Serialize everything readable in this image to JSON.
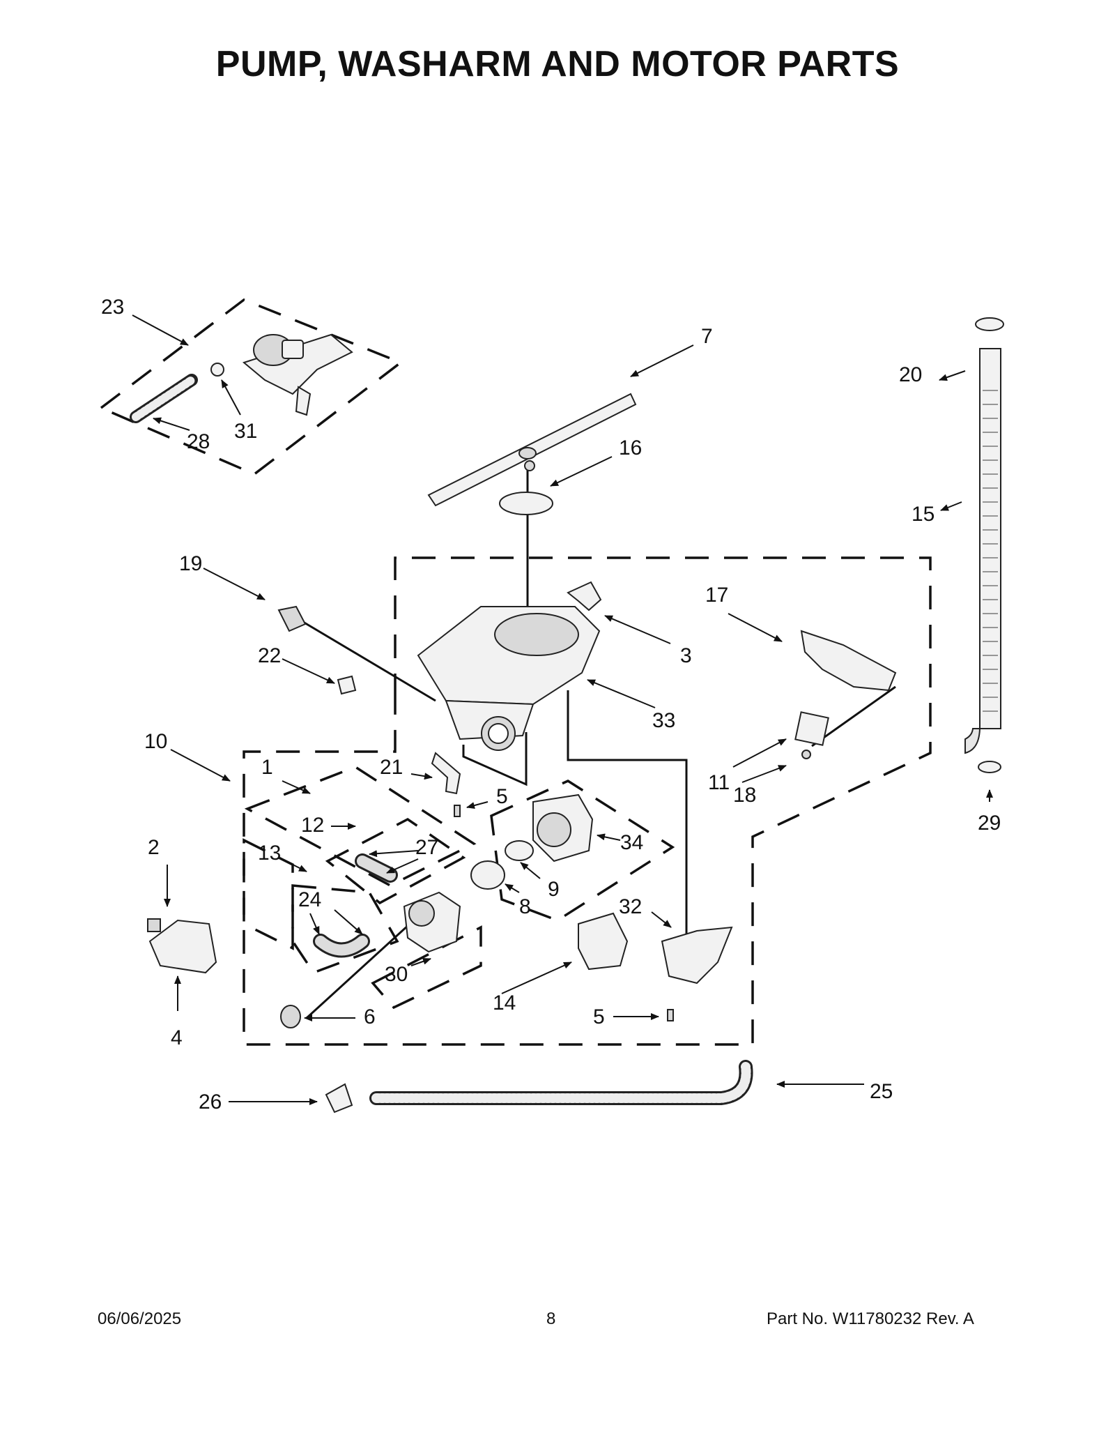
{
  "title": "PUMP, WASHARM AND MOTOR PARTS",
  "footer": {
    "date": "06/06/2025",
    "page": "8",
    "part": "Part No.  W11780232  Rev.  A"
  },
  "callouts": [
    "1",
    "2",
    "3",
    "4",
    "5",
    "5",
    "6",
    "7",
    "8",
    "9",
    "10",
    "11",
    "12",
    "13",
    "14",
    "15",
    "16",
    "17",
    "18",
    "19",
    "20",
    "21",
    "22",
    "23",
    "24",
    "25",
    "26",
    "27",
    "28",
    "29",
    "30",
    "31",
    "32",
    "33",
    "34"
  ]
}
